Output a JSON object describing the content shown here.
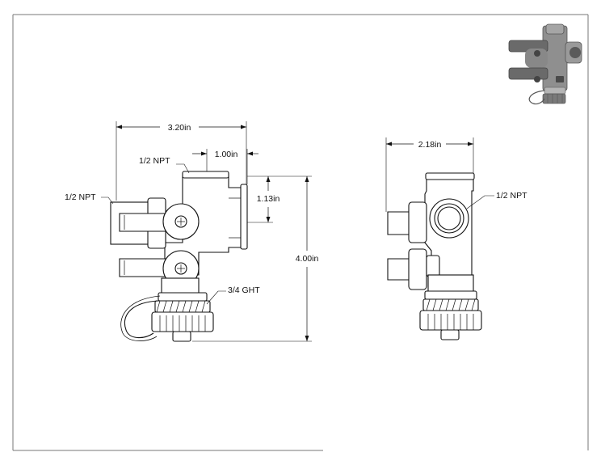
{
  "drawing": {
    "front_view": {
      "width_overall": "3.20in",
      "outlet_spacing": "1.00in",
      "outlet_height": "1.13in",
      "height_overall": "4.00in",
      "port_top": "1/2 NPT",
      "port_left": "1/2 NPT",
      "hose_connection": "3/4 GHT"
    },
    "side_view": {
      "width_overall": "2.18in",
      "port_front": "1/2 NPT"
    }
  },
  "colors": {
    "line": "#111111",
    "border": "#777777",
    "render_metal": "#9a9a9a"
  }
}
